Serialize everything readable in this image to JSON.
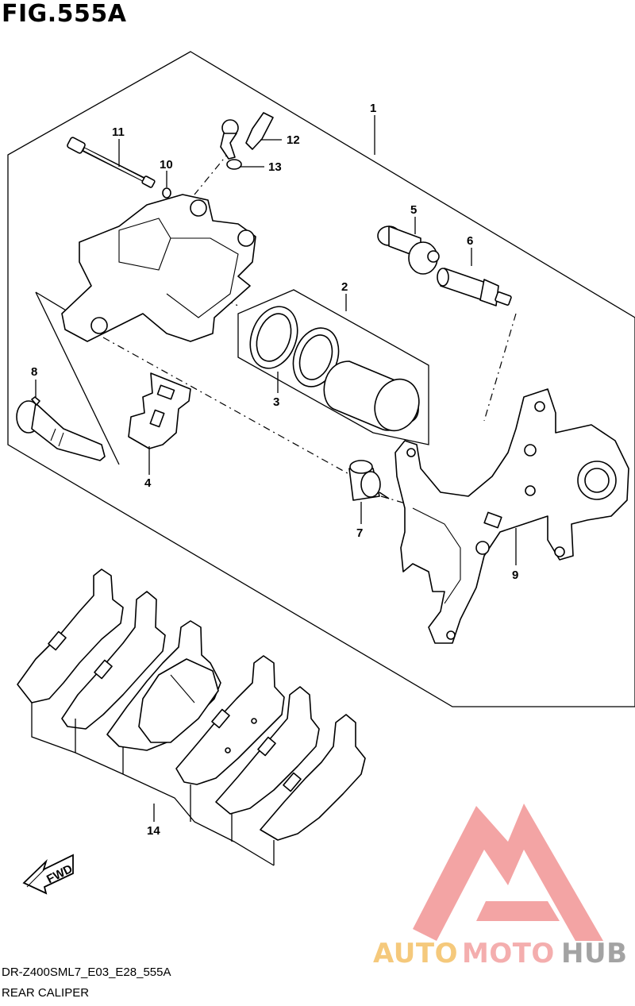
{
  "figure": {
    "title": "FIG.555A",
    "model_code": "DR-Z400SML7_E03_E28_555A",
    "name": "REAR CALIPER"
  },
  "callouts": [
    {
      "id": "callout-1",
      "label": "1"
    },
    {
      "id": "callout-2",
      "label": "2"
    },
    {
      "id": "callout-3",
      "label": "3"
    },
    {
      "id": "callout-4",
      "label": "4"
    },
    {
      "id": "callout-5",
      "label": "5"
    },
    {
      "id": "callout-6",
      "label": "6"
    },
    {
      "id": "callout-7",
      "label": "7"
    },
    {
      "id": "callout-8",
      "label": "8"
    },
    {
      "id": "callout-9",
      "label": "9"
    },
    {
      "id": "callout-10",
      "label": "10"
    },
    {
      "id": "callout-11",
      "label": "11"
    },
    {
      "id": "callout-12",
      "label": "12"
    },
    {
      "id": "callout-13",
      "label": "13"
    },
    {
      "id": "callout-14",
      "label": "14"
    }
  ],
  "direction_arrow": {
    "label": "FWD"
  },
  "watermark": {
    "text_auto": "AUTO",
    "text_moto": "MOTO",
    "text_hub": "HUB",
    "colors": {
      "primary": "#f08a8a",
      "auto": "#f4c16a",
      "moto": "#f3a6a6",
      "hub": "#9a9a9a"
    }
  }
}
